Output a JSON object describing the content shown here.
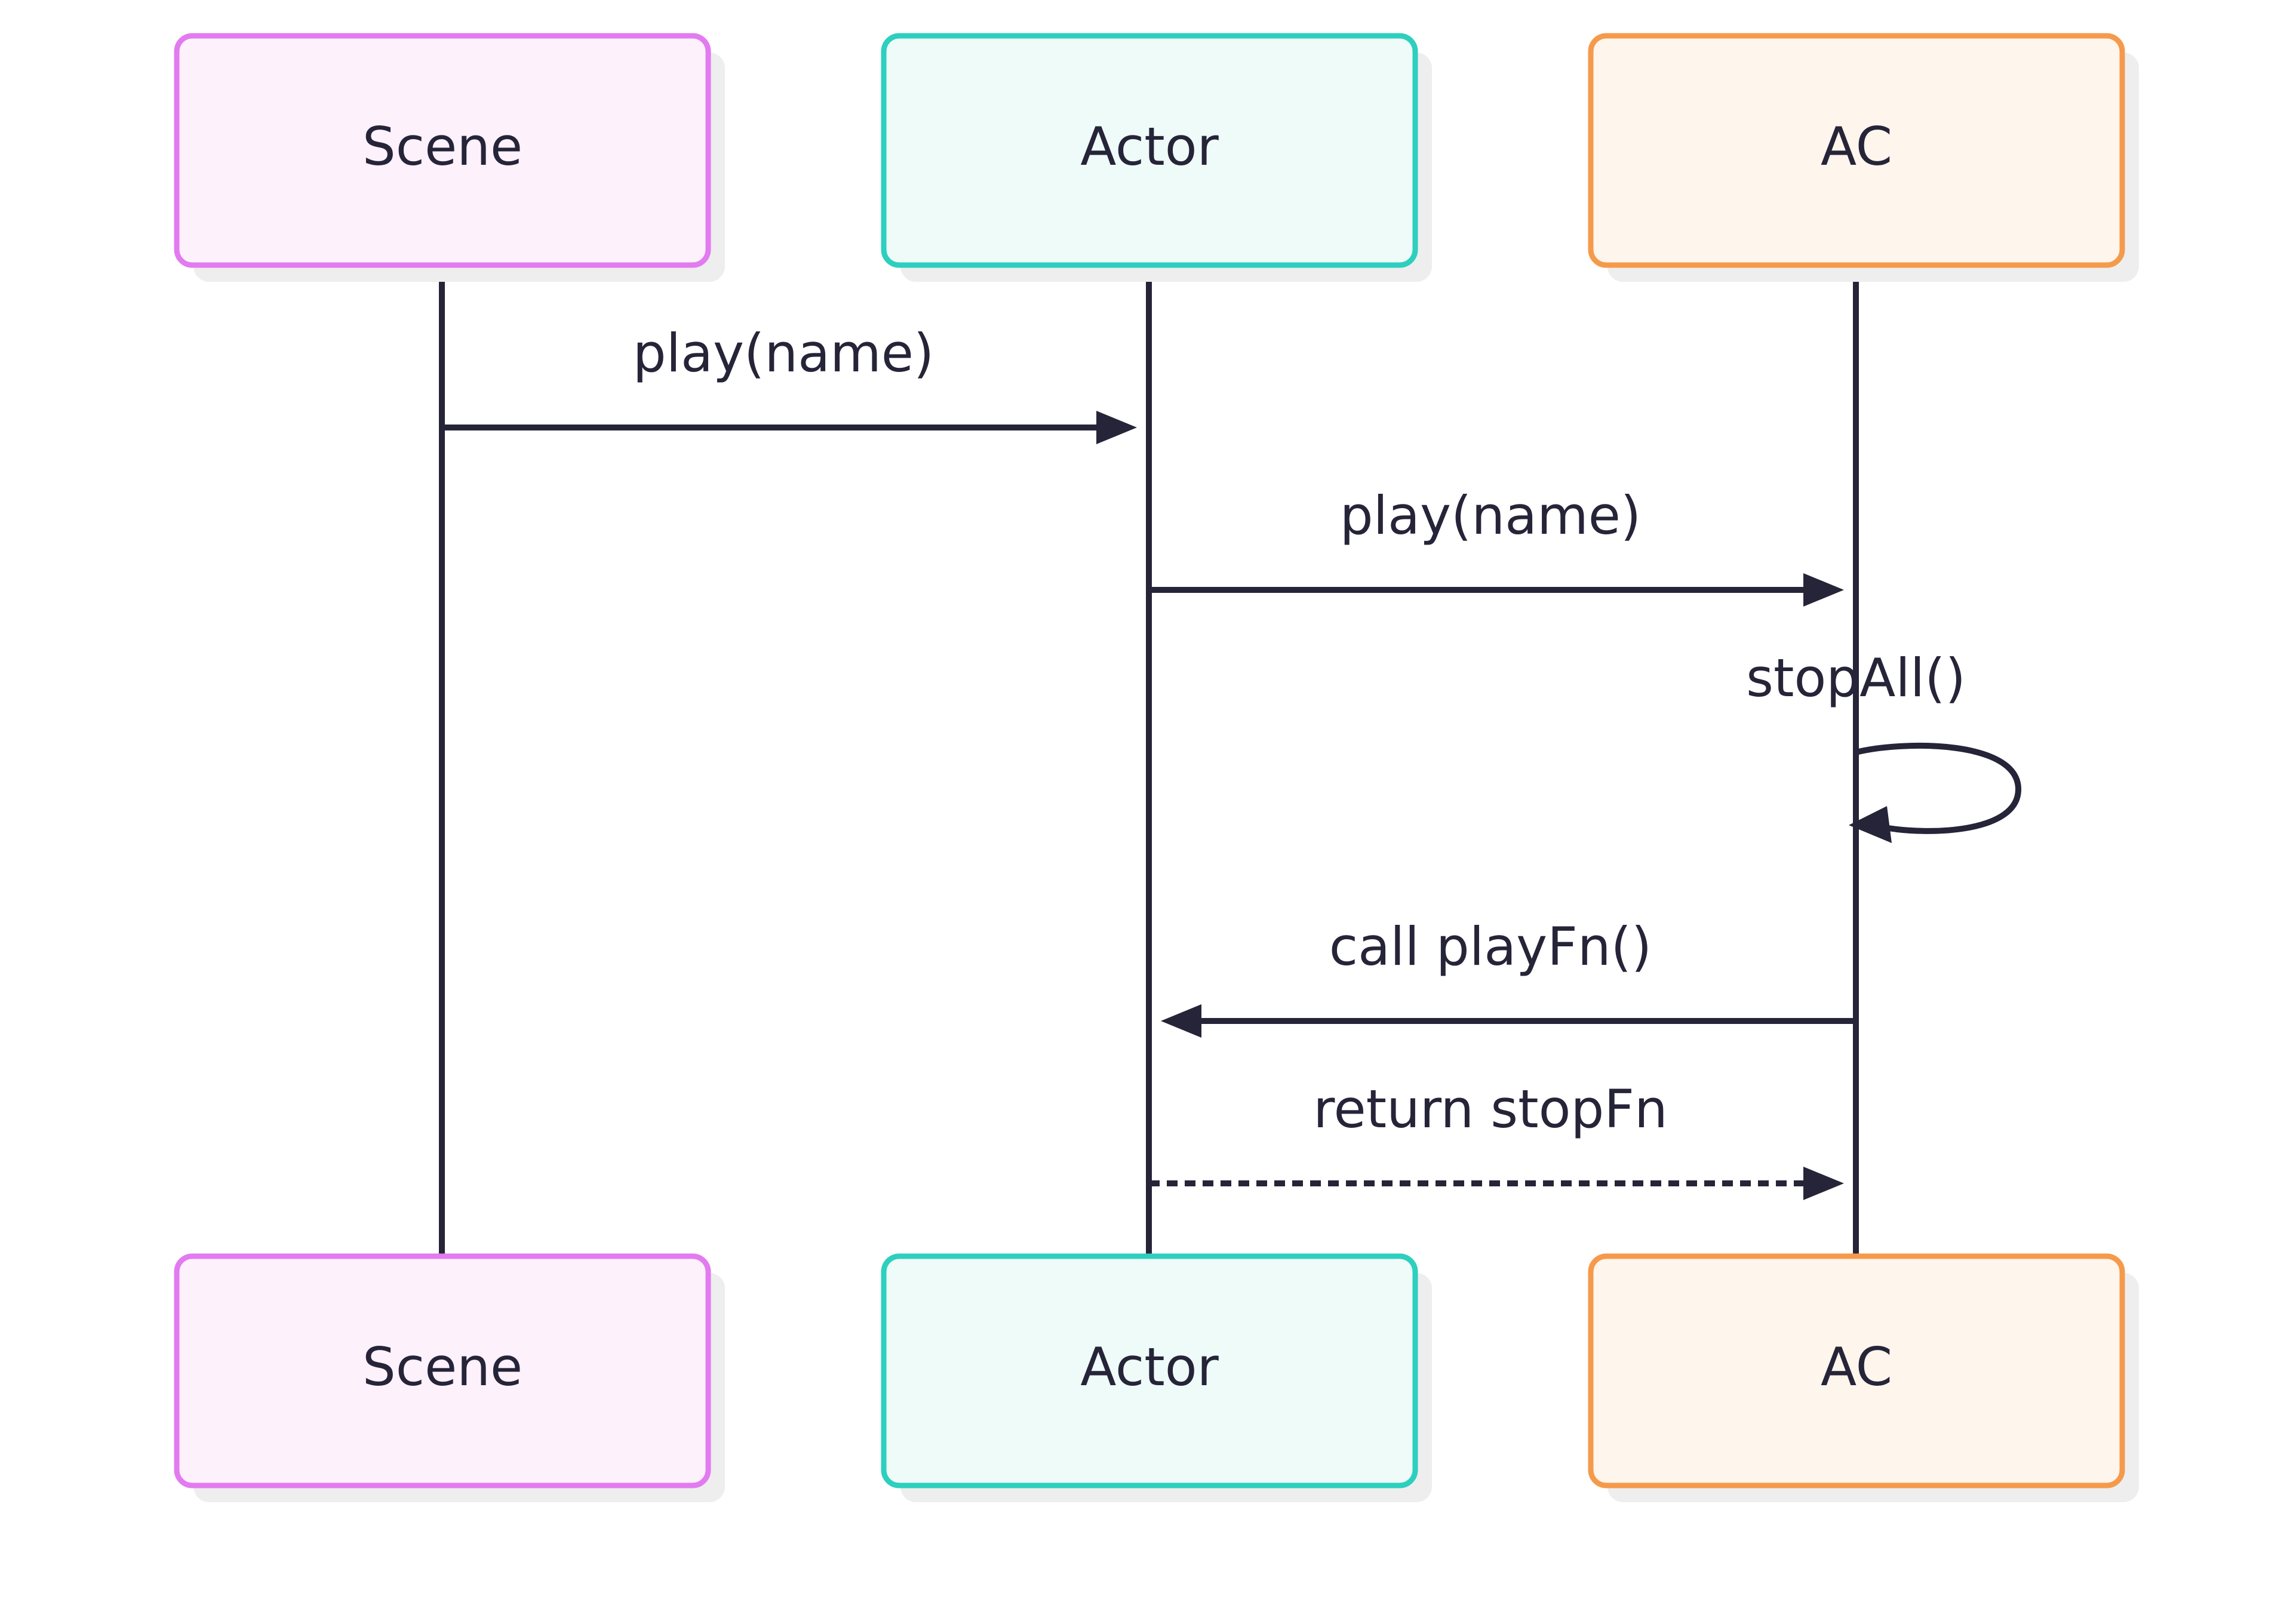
{
  "participants": [
    {
      "id": "scene",
      "label": "Scene",
      "border": "#E27BF0",
      "fill": "#FDF1FC"
    },
    {
      "id": "actor",
      "label": "Actor",
      "border": "#2DCFBE",
      "fill": "#EEFBF8"
    },
    {
      "id": "ac",
      "label": "AC",
      "border": "#F59A4B",
      "fill": "#FEF5EC"
    }
  ],
  "messages": [
    {
      "from": "scene",
      "to": "actor",
      "label": "play(name)",
      "style": "solid"
    },
    {
      "from": "actor",
      "to": "ac",
      "label": "play(name)",
      "style": "solid"
    },
    {
      "from": "ac",
      "to": "ac",
      "label": "stopAll()",
      "style": "solid"
    },
    {
      "from": "ac",
      "to": "actor",
      "label": "call playFn()",
      "style": "solid"
    },
    {
      "from": "actor",
      "to": "ac",
      "label": "return stopFn",
      "style": "dotted"
    }
  ],
  "colors": {
    "line": "#262438",
    "text": "#262438",
    "shadow": "#EEEEEE"
  }
}
